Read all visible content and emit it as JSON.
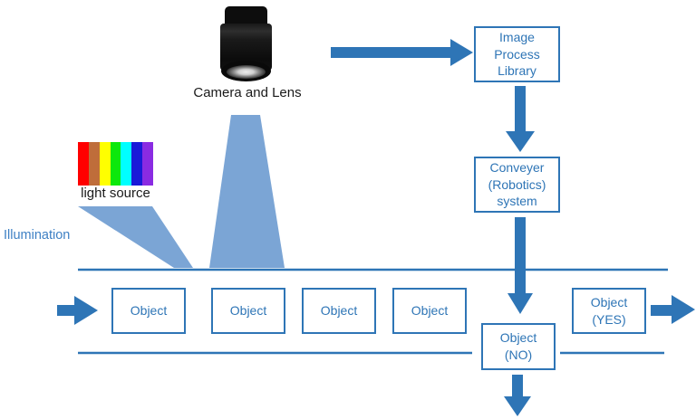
{
  "colors": {
    "primary_blue": "#2e75b6",
    "beam_blue": "#7ba5d5",
    "illumination_blue": "#3e80c4",
    "label_black": "#1a1a1a"
  },
  "camera": {
    "label": "Camera and Lens"
  },
  "light_source": {
    "label": "light source",
    "stripe_colors": [
      "#ff0000",
      "#bf6d3a",
      "#ffff00",
      "#0ce80c",
      "#00ffff",
      "#1a1ad8",
      "#8a2be2"
    ]
  },
  "illumination_label": "Illumination",
  "flow": {
    "image_process_box": {
      "lines": [
        "Image",
        "Process",
        "Library"
      ]
    },
    "conveyer_box": {
      "lines": [
        "Conveyer",
        "(Robotics)",
        "system"
      ]
    }
  },
  "conveyor": {
    "objects": [
      "Object",
      "Object",
      "Object",
      "Object"
    ],
    "object_yes": {
      "lines": [
        "Object",
        "(YES)"
      ]
    },
    "object_no": {
      "lines": [
        "Object",
        "(NO)"
      ]
    }
  }
}
